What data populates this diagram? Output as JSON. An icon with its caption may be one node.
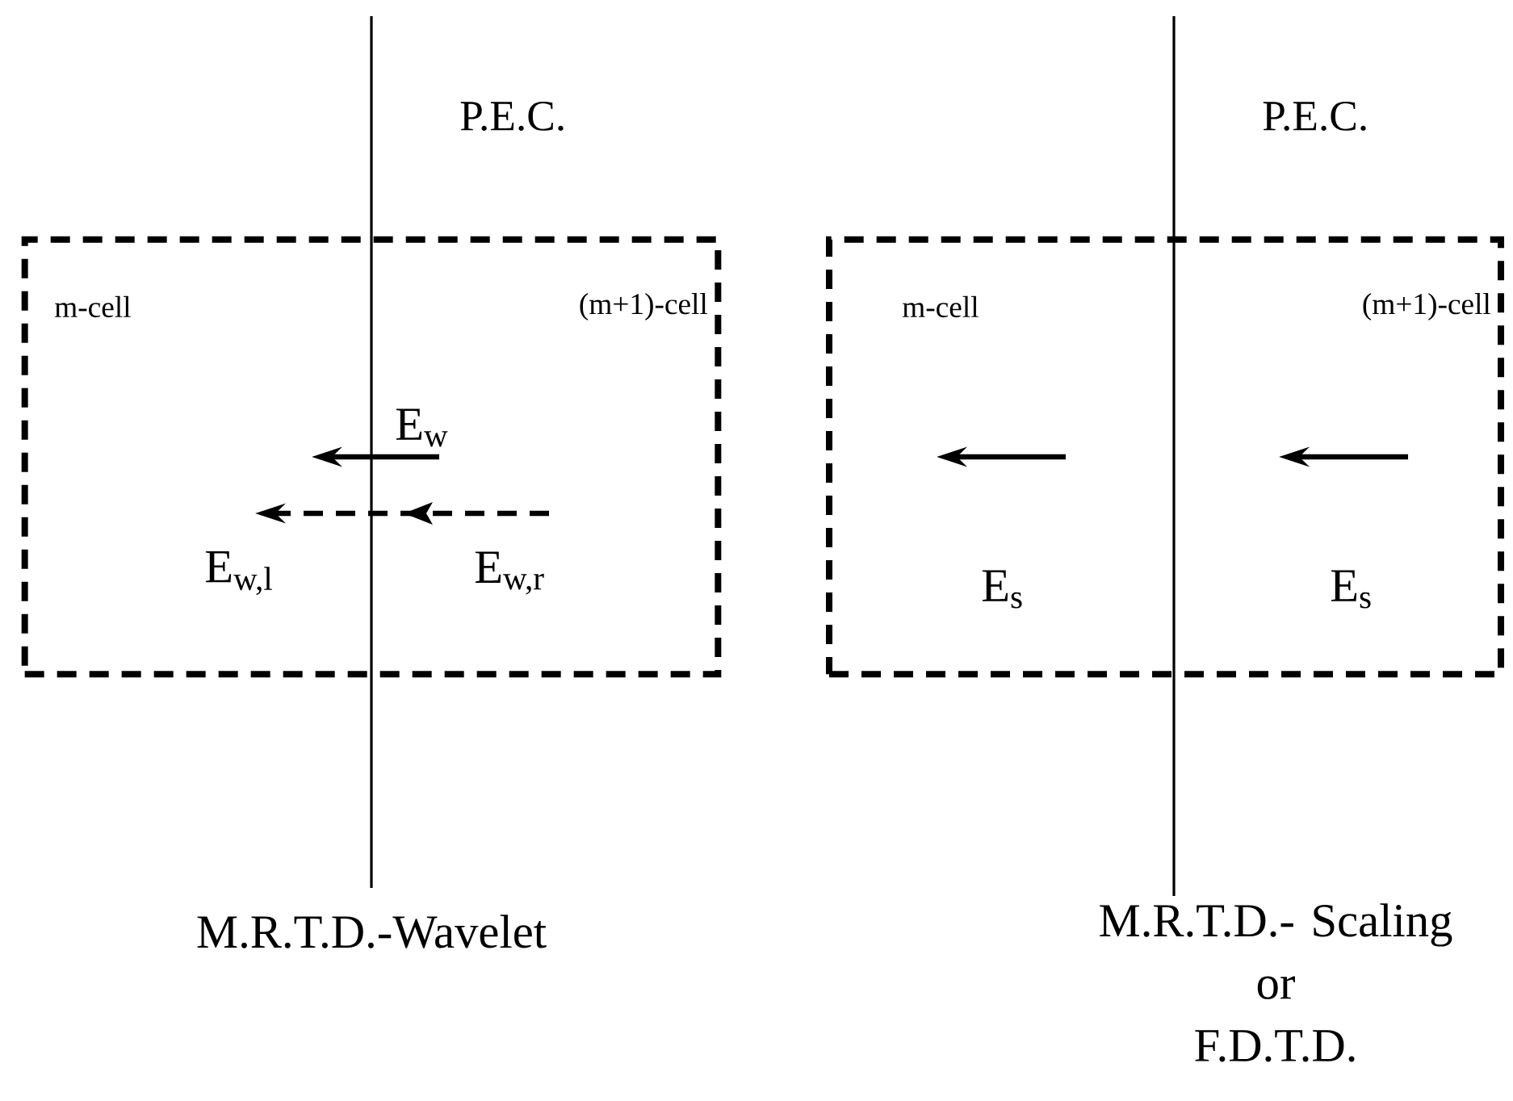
{
  "diagram": {
    "nodes": [
      {
        "text": [
          "m-cell",
          "(m+1)-cell"
        ]
      },
      {
        "text": [
          "m-cell",
          "(m+1)-cell"
        ]
      }
    ],
    "edges": [],
    "labels": [
      "P.E.C.",
      "P.E.C.",
      "E$_{w}$",
      "E$_{w,l}$",
      "E$_{w,r}$",
      "E$_{s}$",
      "E$_{s}$",
      "M.R.T.D.-Wavelet",
      "M.R.T.D.- Scaling or F.D.T.D."
    ]
  }
}
